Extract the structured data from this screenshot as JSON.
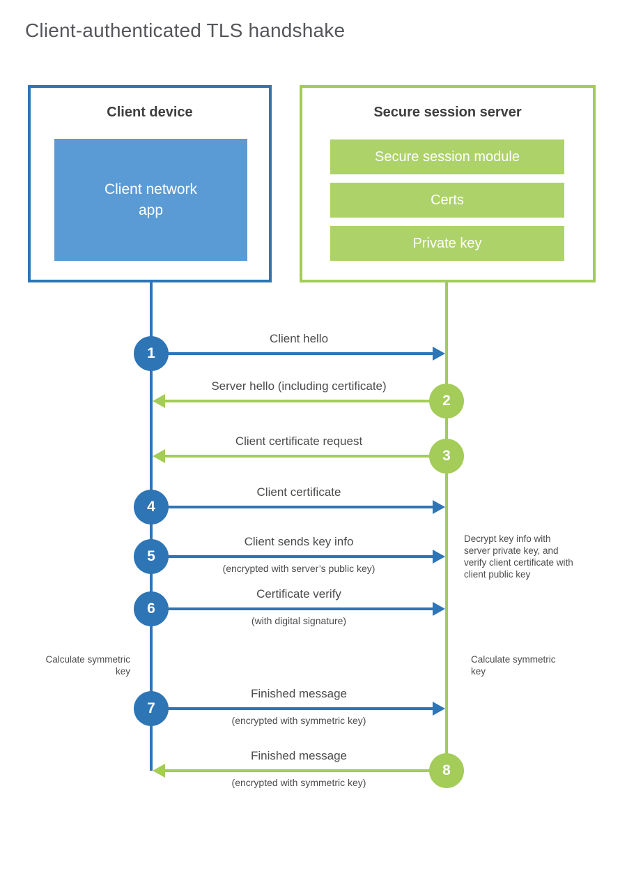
{
  "title": "Client-authenticated TLS handshake",
  "colors": {
    "blue": "#2e75b6",
    "blue_fill": "#5b9bd5",
    "green": "#a3cc58",
    "green_fill": "#add269",
    "text_dark": "#3e3e40",
    "text_gray": "#4b4b4d",
    "title_gray": "#55565b"
  },
  "client_box": {
    "title": "Client device",
    "app": "Client network app"
  },
  "server_box": {
    "title": "Secure session server",
    "modules": [
      "Secure session module",
      "Certs",
      "Private key"
    ]
  },
  "messages": [
    {
      "num": "1",
      "from": "client",
      "direction": "right",
      "label": "Client hello",
      "sublabel": ""
    },
    {
      "num": "2",
      "from": "server",
      "direction": "left",
      "label": "Server hello (including certificate)",
      "sublabel": ""
    },
    {
      "num": "3",
      "from": "server",
      "direction": "left",
      "label": "Client certificate request",
      "sublabel": ""
    },
    {
      "num": "4",
      "from": "client",
      "direction": "right",
      "label": "Client certificate",
      "sublabel": ""
    },
    {
      "num": "5",
      "from": "client",
      "direction": "right",
      "label": "Client sends key info",
      "sublabel": "(encrypted with server’s public key)"
    },
    {
      "num": "6",
      "from": "client",
      "direction": "right",
      "label": "Certificate verify",
      "sublabel": "(with digital signature)"
    },
    {
      "num": "7",
      "from": "client",
      "direction": "right",
      "label": "Finished message",
      "sublabel": "(encrypted with symmetric key)"
    },
    {
      "num": "8",
      "from": "server",
      "direction": "left",
      "label": "Finished message",
      "sublabel": "(encrypted with symmetric key)"
    }
  ],
  "annotations": {
    "decrypt_note": "Decrypt key info with server private key, and verify client certificate with client public key",
    "calculate_left": "Calculate symmetric key",
    "calculate_right": "Calculate symmetric key"
  }
}
